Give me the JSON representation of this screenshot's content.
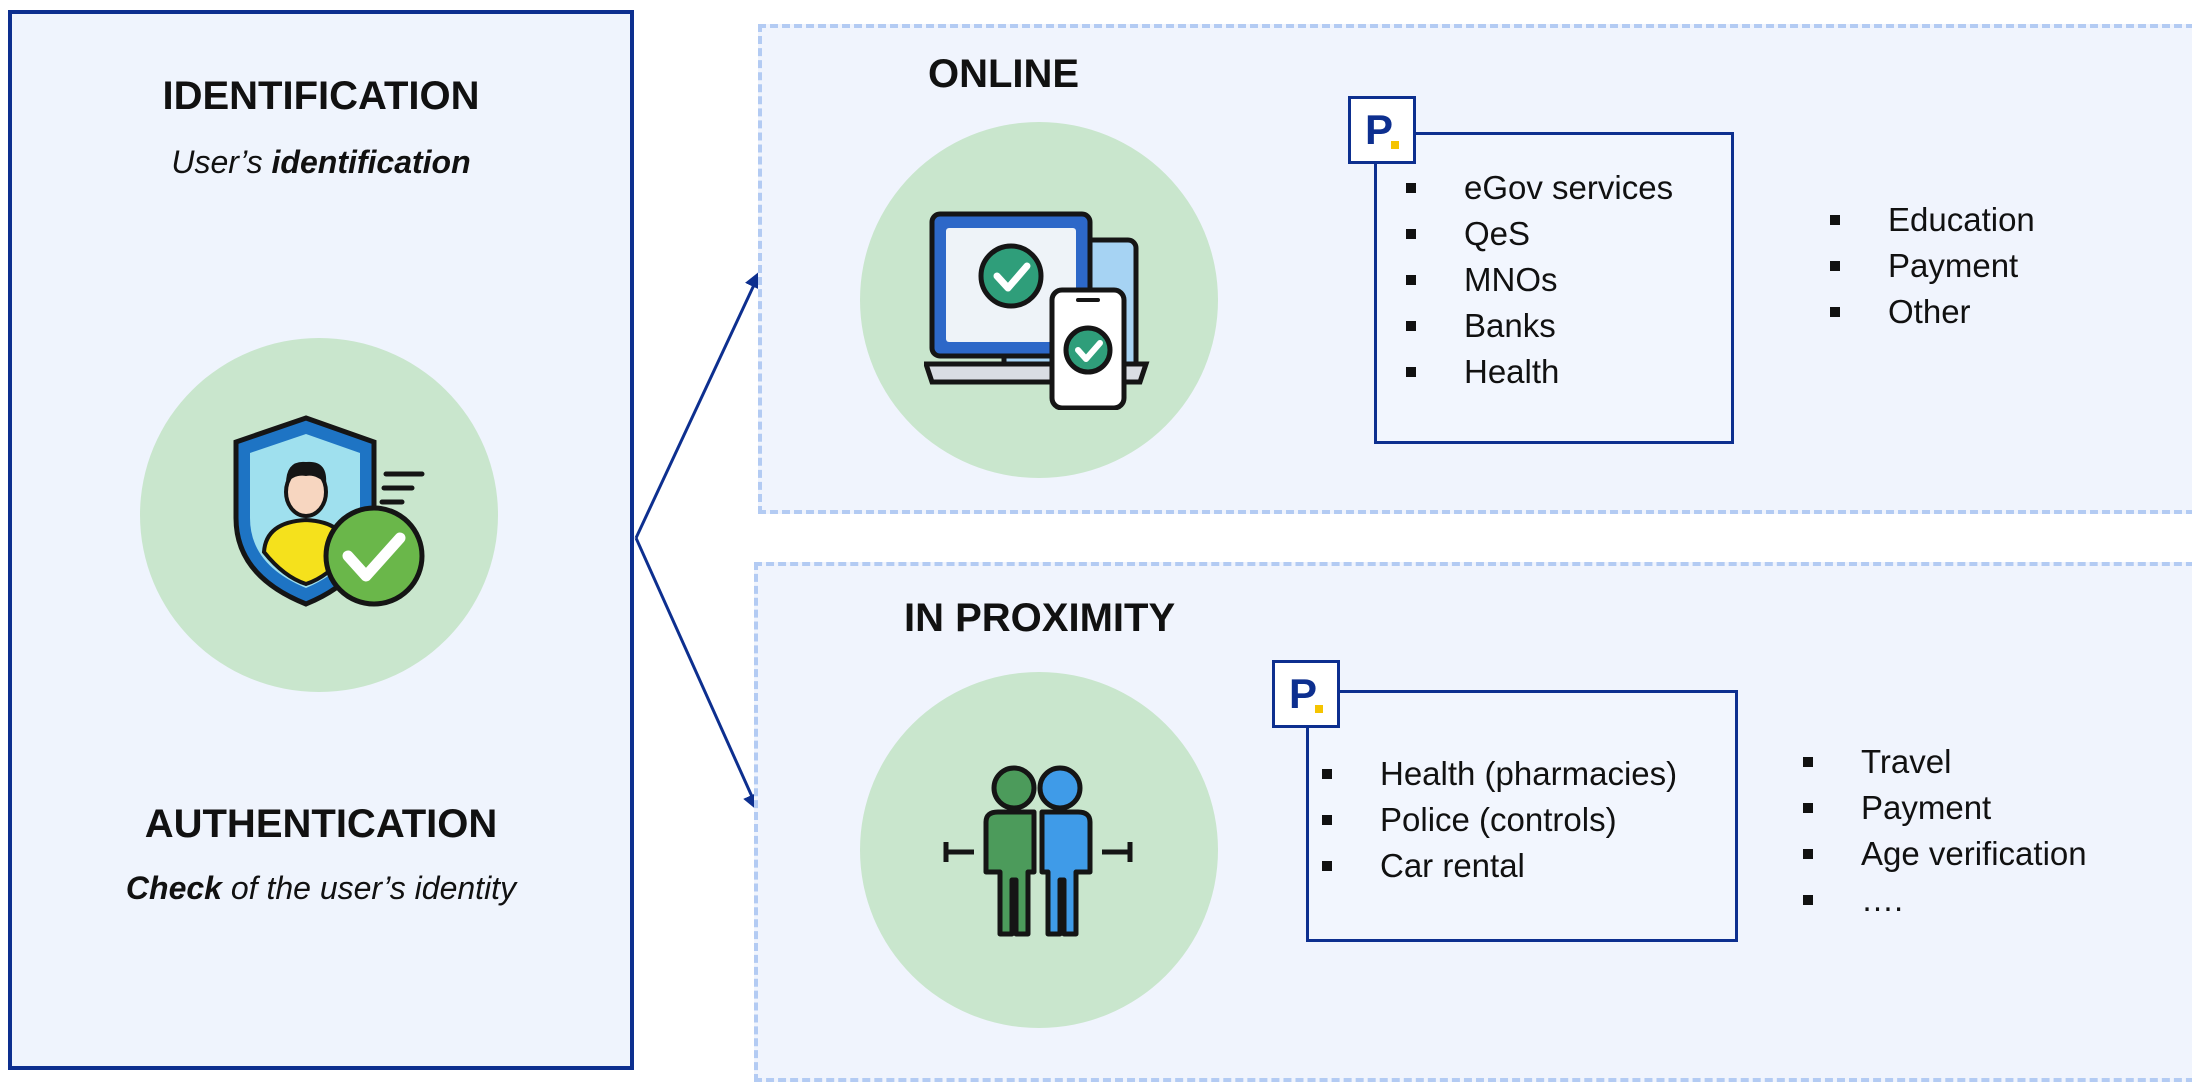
{
  "left": {
    "identification_title": "IDENTIFICATION",
    "identification_sub_prefix": "User’s ",
    "identification_sub_bold": "identification",
    "authentication_title": "AUTHENTICATION",
    "authentication_sub_bold": "Check",
    "authentication_sub_suffix": " of the user’s identity",
    "icon": "user-shield-check-icon"
  },
  "online": {
    "title": "ONLINE",
    "icon": "devices-check-icon",
    "logo_letter": "P",
    "box_items": [
      "eGov services",
      "QeS",
      "MNOs",
      "Banks",
      "Health"
    ],
    "side_items": [
      "Education",
      "Payment",
      "Other"
    ]
  },
  "proximity": {
    "title": "IN PROXIMITY",
    "icon": "two-people-distance-icon",
    "logo_letter": "P",
    "box_items": [
      "Health (pharmacies)",
      "Police (controls)",
      "Car rental"
    ],
    "side_items": [
      "Travel",
      "Payment",
      "Age verification",
      "…."
    ]
  },
  "colors": {
    "navy": "#0d2f8f",
    "circle_green": "#c9e6cd",
    "panel_bg": "#eff4fd",
    "dash_border": "#b3cbf3",
    "logo_yellow": "#f5c400"
  }
}
